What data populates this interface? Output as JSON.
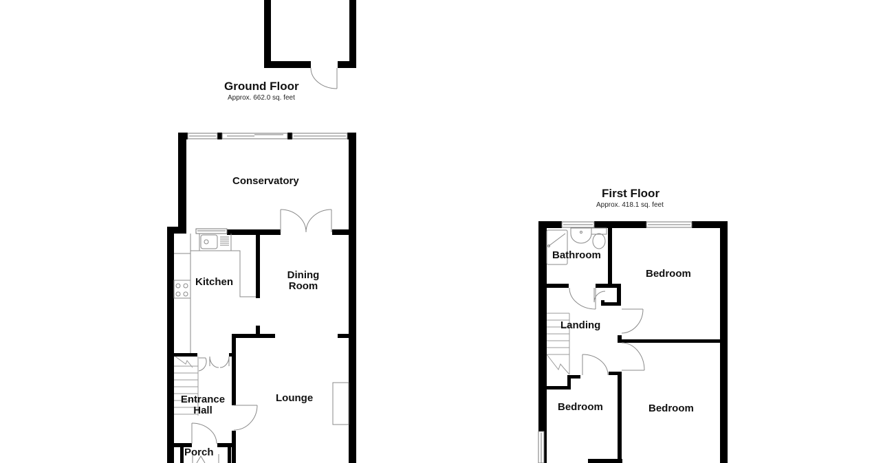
{
  "ground_floor": {
    "title": "Ground Floor",
    "area": "Approx. 662.0 sq. feet",
    "rooms": {
      "conservatory": "Conservatory",
      "kitchen": "Kitchen",
      "dining_room_line1": "Dining",
      "dining_room_line2": "Room",
      "lounge": "Lounge",
      "entrance_hall_line1": "Entrance",
      "entrance_hall_line2": "Hall",
      "porch": "Porch"
    }
  },
  "first_floor": {
    "title": "First Floor",
    "area": "Approx. 418.1 sq. feet",
    "rooms": {
      "bathroom": "Bathroom",
      "bedroom_1": "Bedroom",
      "landing": "Landing",
      "bedroom_2": "Bedroom",
      "bedroom_3": "Bedroom"
    }
  },
  "colors": {
    "wall": "#000000",
    "fixture_line": "#888888",
    "background": "#ffffff"
  }
}
